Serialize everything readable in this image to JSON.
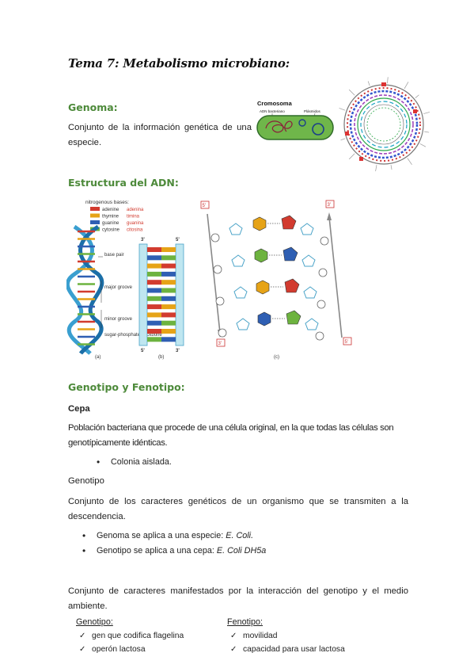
{
  "title": "Tema 7: Metabolismo microbiano:",
  "genoma": {
    "heading": "Genoma:",
    "definition": "Conjunto de la información genética de una especie.",
    "figure": {
      "label_title": "Cromosoma",
      "label_adn": "ADN bacteriano",
      "label_plasmidos": "Plásmidos"
    }
  },
  "adn": {
    "heading": "Estructura del ADN:",
    "figure": {
      "legend_title": "nitrogenous bases:",
      "bases_en": [
        "adenine",
        "thymine",
        "guanine",
        "cytosine"
      ],
      "bases_es": [
        "adenina",
        "timina",
        "guanina",
        "citosina"
      ],
      "label_base_pair": "base pair",
      "label_major_groove": "major groove",
      "label_minor_groove": "minor groove",
      "label_backbone": "sugar-phosphate backbone",
      "panel_a": "(a)",
      "panel_b": "(b)",
      "panel_c": "(c)",
      "end_5": "5'",
      "end_3": "3'"
    }
  },
  "genotipo_fenotipo": {
    "heading": "Genotipo y Fenotipo:",
    "cepa_title": "Cepa",
    "cepa_definition": "Población bacteriana que procede de una célula original, en la que todas las células son genotípicamente idénticas.",
    "cepa_bullets": [
      "Colonia aislada."
    ],
    "genotipo_title": "Genotipo",
    "genotipo_definition": "Conjunto de los caracteres genéticos de un organismo que se transmiten a la descendencia.",
    "genotipo_bullets": [
      {
        "text": "Genoma se aplica a una especie: ",
        "example": "E. Coli."
      },
      {
        "text": "Genotipo se aplica a una cepa: ",
        "example": "E. Coli DH5a"
      }
    ],
    "fenotipo_definition": "Conjunto de caracteres manifestados por la interacción del genotipo y el medio ambiente.",
    "comparison": {
      "genotipo_head": "Genotipo:",
      "genotipo_items": [
        "gen que codifica flagelina",
        "operón lactosa"
      ],
      "fenotipo_head": "Fenotipo:",
      "fenotipo_items": [
        "movilidad",
        "capacidad para usar lactosa"
      ],
      "check_mark": "✓"
    }
  },
  "colors": {
    "heading_green": "#4d8a3a",
    "adenine": "#d23b2f",
    "thymine": "#e6a317",
    "guanine": "#2f5fb3",
    "cytosine": "#6db33f",
    "backbone": "#4aa3c8"
  }
}
